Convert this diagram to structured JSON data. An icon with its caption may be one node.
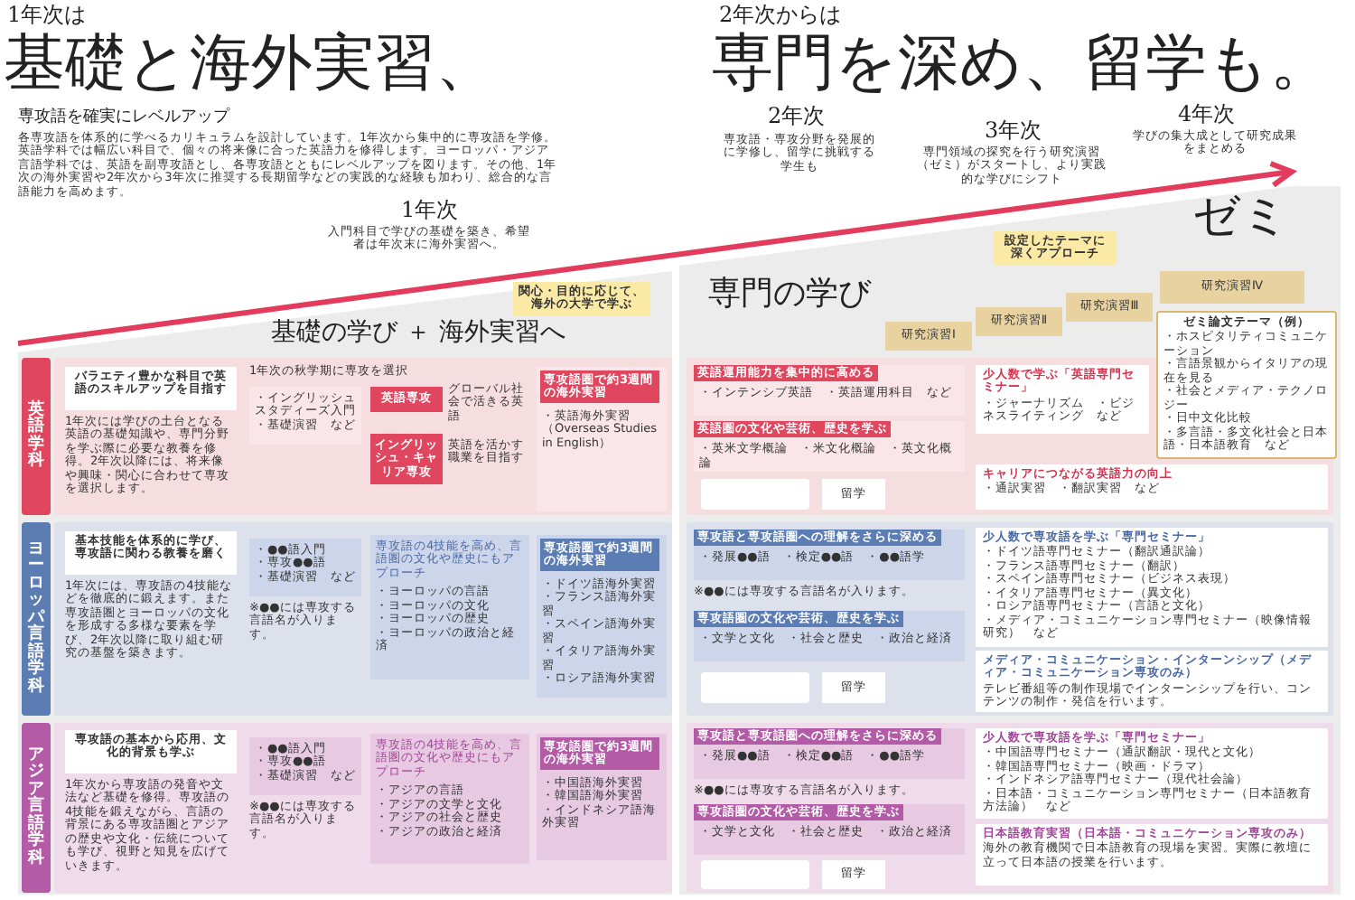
{
  "diagram": {
    "nodes": [
      {
        "text": [
          "関心・目的に応じて、海外の大学で学ぶ"
        ],
        "in": 2
      },
      {
        "text": [
          "設定したテーマに深くアプローチ"
        ],
        "in": 25
      },
      {
        "text": [
          "基礎の学び ＋ 海外実習へ"
        ]
      },
      {
        "text": [
          "英語学科"
        ],
        "in": 2
      },
      {
        "text": [],
        "shape": "box",
        "in": 2
      },
      {
        "text": [
          "バラエティ豊かな科目で英語のスキルアップを目指す"
        ],
        "beside": [
          "1年次には学びの土台となる英語の基礎知識や、専門分野を学ぶ際に必要な教養を修得。2年次以降には、将来像や興味・関心に合わせて専攻を選択します。"
        ],
        "in": 4
      },
      {
        "text": [
          "・イングリッシュスタディーズ入門",
          "・基礎演習　など"
        ],
        "in": 4
      },
      {
        "text": [
          "英語専攻"
        ],
        "beside": [
          "グローバル社会で活きる英語"
        ],
        "in": 4
      },
      {
        "text": [
          "イングリッシュ・キャリア専攻"
        ],
        "beside": [
          "英語を活かす職業を目指す"
        ],
        "in": 4
      },
      {
        "text": [
          "・英語海外実習（Overseas Studies in English）"
        ],
        "in": 4
      },
      {
        "text": [
          "専攻語圏で約3週間の海外実習"
        ],
        "in": 9
      },
      {
        "text": [
          "ヨーロッパ言語学科"
        ],
        "in": 2
      },
      {
        "text": [],
        "shape": "box",
        "in": 2
      },
      {
        "text": [
          "基本技能を体系的に学び、専攻語に関わる教養を磨く"
        ],
        "beside": [
          "1年次には、専攻語の4技能などを徹底的に鍛えます。また専攻語圏とヨーロッパの文化を形成する多様な要素を学び、2年次以降に取り組む研究の基盤を築きます。"
        ],
        "in": 12
      },
      {
        "text": [
          "・●●語入門",
          "・専攻●●語",
          "・基礎演習　など"
        ],
        "beside": [
          "※●●には専攻する言語名が入ります。"
        ],
        "in": 12
      },
      {
        "text": [
          "専攻語の4技能を高め、言語圏の文化や歴史にもアプローチ",
          "・ヨーロッパの言語",
          "・ヨーロッパの文化",
          "・ヨーロッパの歴史",
          "・ヨーロッパの政治と経済"
        ],
        "in": 12
      },
      {
        "text": [
          "・ドイツ語海外実習",
          "・フランス語海外実習",
          "・スペイン語海外実習",
          "・イタリア語海外実習",
          "・ロシア語海外実習"
        ],
        "in": 12
      },
      {
        "text": [
          "専攻語圏で約3週間の海外実習"
        ],
        "in": 16
      },
      {
        "text": [
          "アジア言語学科"
        ],
        "in": 2
      },
      {
        "text": [],
        "shape": "box",
        "in": 2
      },
      {
        "text": [
          "専攻語の基本から応用、文化的背景も学ぶ"
        ],
        "beside": [
          "1年次から専攻語の発音や文法など基礎を修得。専攻語の4技能を鍛えながら、言語の背景にある専攻語圏とアジアの歴史や文化・伝統についても学び、視野と知見を広げていきます。"
        ],
        "in": 19
      },
      {
        "text": [
          "・●●語入門",
          "・専攻●●語",
          "・基礎演習　など"
        ],
        "beside": [
          "※●●には専攻する言語名が入ります。"
        ],
        "in": 19
      },
      {
        "text": [
          "専攻語の4技能を高め、言語圏の文化や歴史にもアプローチ",
          "・アジアの言語",
          "・アジアの文学と文化",
          "・アジアの社会と歴史",
          "・アジアの政治と経済"
        ],
        "in": 19
      },
      {
        "text": [
          "・中国語海外実習",
          "・韓国語海外実習",
          "・インドネシア語海外実習"
        ],
        "in": 19
      },
      {
        "text": [
          "専攻語圏で約3週間の海外実習"
        ],
        "in": 23
      },
      {
        "text": [
          "専門の学び"
        ]
      },
      {
        "text": [
          "研究演習Ⅰ"
        ],
        "in": 25
      },
      {
        "text": [
          "研究演習Ⅱ"
        ],
        "in": 25
      },
      {
        "text": [
          "研究演習Ⅲ"
        ],
        "in": 25
      },
      {
        "text": [
          "研究演習Ⅳ"
        ],
        "in": 25
      },
      {
        "text": [
          "ゼミ論文テーマ（例）",
          "・ホスピタリティコミュニケーション",
          "・言語景観からイタリアの現在を見る",
          "・社会とメディア・テクノロジー",
          "・日中文化比較",
          "・多言語・多文化社会と日本語・日本語教育　など"
        ],
        "in": 25
      },
      {
        "text": [],
        "shape": "box",
        "in": 25
      },
      {
        "text": [
          "英語運用能力を集中的に高める",
          "・インテンシブ英語　・英語運用科目　など"
        ],
        "in": 31
      },
      {
        "text": [
          "英語圏の文化や芸術、歴史を学ぶ",
          "・英米文学概論　・米文化概論　・英文化概論"
        ],
        "in": 31
      },
      {
        "text": [],
        "shape": "box",
        "in": 31
      },
      {
        "text": [
          "留学"
        ],
        "in": 31
      },
      {
        "text": [
          "少人数で学ぶ「英語専門セミナー」",
          "・ジャーナリズム　・ビジネスライティング　など"
        ],
        "in": 31
      },
      {
        "text": [
          "キャリアにつながる英語力の向上",
          "・通訳実習　・翻訳実習　など"
        ],
        "in": 31
      },
      {
        "text": [],
        "shape": "box",
        "in": 25
      },
      {
        "text": [
          "専攻語と専攻語圏への理解をさらに深める",
          "・発展●●語　・検定●●語　・●●語学"
        ],
        "beside": [
          "※●●には専攻する言語名が入ります。"
        ],
        "in": 38
      },
      {
        "text": [
          "専攻語圏の文化や芸術、歴史を学ぶ",
          "・文学と文化　・社会と歴史　・政治と経済"
        ],
        "in": 38
      },
      {
        "text": [],
        "shape": "box",
        "in": 38
      },
      {
        "text": [
          "留学"
        ],
        "in": 38
      },
      {
        "text": [
          "少人数で専攻語を学ぶ「専門セミナー」",
          "・ドイツ語専門セミナー（翻訳通訳論）",
          "・フランス語専門セミナー（翻訳）",
          "・スペイン語専門セミナー（ビジネス表現）",
          "・イタリア語専門セミナー（異文化）",
          "・ロシア語専門セミナー（言語と文化）",
          "・メディア・コミュニケーション専門セミナー（映像情報研究）　など"
        ],
        "in": 38
      },
      {
        "text": [
          "メディア・コミュニケーション・インターンシップ（メディア・コミュニケーション専攻のみ）",
          "テレビ番組等の制作現場でインターンシップを行い、コンテンツの制作・発信を行います。"
        ],
        "in": 38
      },
      {
        "text": [],
        "shape": "box",
        "in": 25
      },
      {
        "text": [
          "専攻語と専攻語圏への理解をさらに深める",
          "・発展●●語　・検定●●語　・●●語学"
        ],
        "beside": [
          "※●●には専攻する言語名が入ります。"
        ],
        "in": 45
      },
      {
        "text": [
          "専攻語圏の文化や芸術、歴史を学ぶ",
          "・文学と文化　・社会と歴史　・政治と経済"
        ],
        "in": 45
      },
      {
        "text": [],
        "shape": "box",
        "in": 45
      },
      {
        "text": [
          "留学"
        ],
        "in": 45
      },
      {
        "text": [
          "少人数で専攻語を学ぶ「専門セミナー」",
          "・中国語専門セミナー（通訳翻訳・現代と文化）",
          "・韓国語専門セミナー（映画・ドラマ）",
          "・インドネシア語専門セミナー（現代社会論）",
          "・日本語・コミュニケーション専門セミナー（日本語教育方法論）　など"
        ],
        "in": 45
      },
      {
        "text": [
          "日本語教育実習（日本語・コミュニケーション専攻のみ）",
          "海外の教育機関で日本語教育の現場を実習。実際に教壇に立って日本語の授業を行います。"
        ],
        "in": 45
      }
    ],
    "edges": [
      {
        "from": 2,
        "to": 25,
        "arrow": "to"
      }
    ],
    "labels": [
      "1年次は",
      "基礎と海外実習、",
      "2年次からは",
      "専門を深め、留学も。",
      "専攻語を確実にレベルアップ",
      "各専攻語を体系的に学べるカリキュラムを設計しています。1年次から集中的に専攻語を学修。英語学科では幅広い科目で、個々の将来像に合った英語力を修得します。ヨーロッパ・アジア言語学科では、英語を副専攻語とし、各専攻語とともにレベルアップを図ります。その他、1年次の海外実習や2年次から3年次に推奨する長期留学などの実践的な経験も加わり、総合的な言語能力を高めます。",
      "1年次",
      "入門科目で学びの基礎を築き、希望者は年次末に海外実習へ。",
      "2年次",
      "専攻語・専攻分野を発展的に学修し、留学に挑戦する学生も",
      "3年次",
      "専門領域の探究を行う研究演習（ゼミ）がスタートし、より実践的な学びにシフト",
      "4年次",
      "学びの集大成として研究成果をまとめる",
      "ゼミ",
      "1年次の秋学期に専攻を選択"
    ]
  }
}
